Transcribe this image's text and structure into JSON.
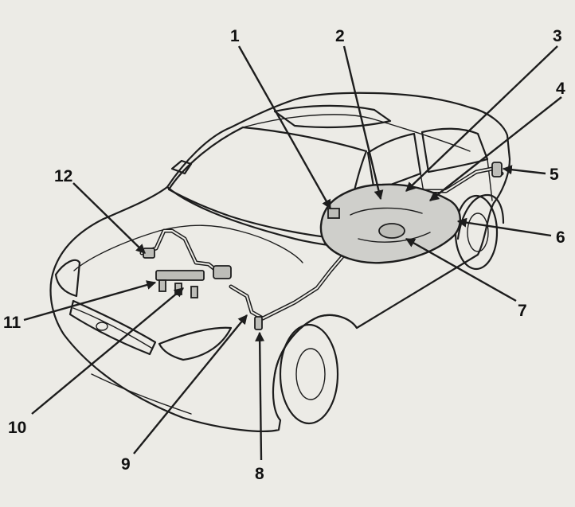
{
  "callouts": [
    {
      "id": "1",
      "label": "1"
    },
    {
      "id": "2",
      "label": "2"
    },
    {
      "id": "3",
      "label": "3"
    },
    {
      "id": "4",
      "label": "4"
    },
    {
      "id": "5",
      "label": "5"
    },
    {
      "id": "6",
      "label": "6"
    },
    {
      "id": "7",
      "label": "7"
    },
    {
      "id": "8",
      "label": "8"
    },
    {
      "id": "9",
      "label": "9"
    },
    {
      "id": "10",
      "label": "10"
    },
    {
      "id": "11",
      "label": "11"
    },
    {
      "id": "12",
      "label": "12"
    }
  ],
  "colors": {
    "line": "#1d1d1d",
    "background": "#ecebe6",
    "fill": "#cfcfcb"
  }
}
